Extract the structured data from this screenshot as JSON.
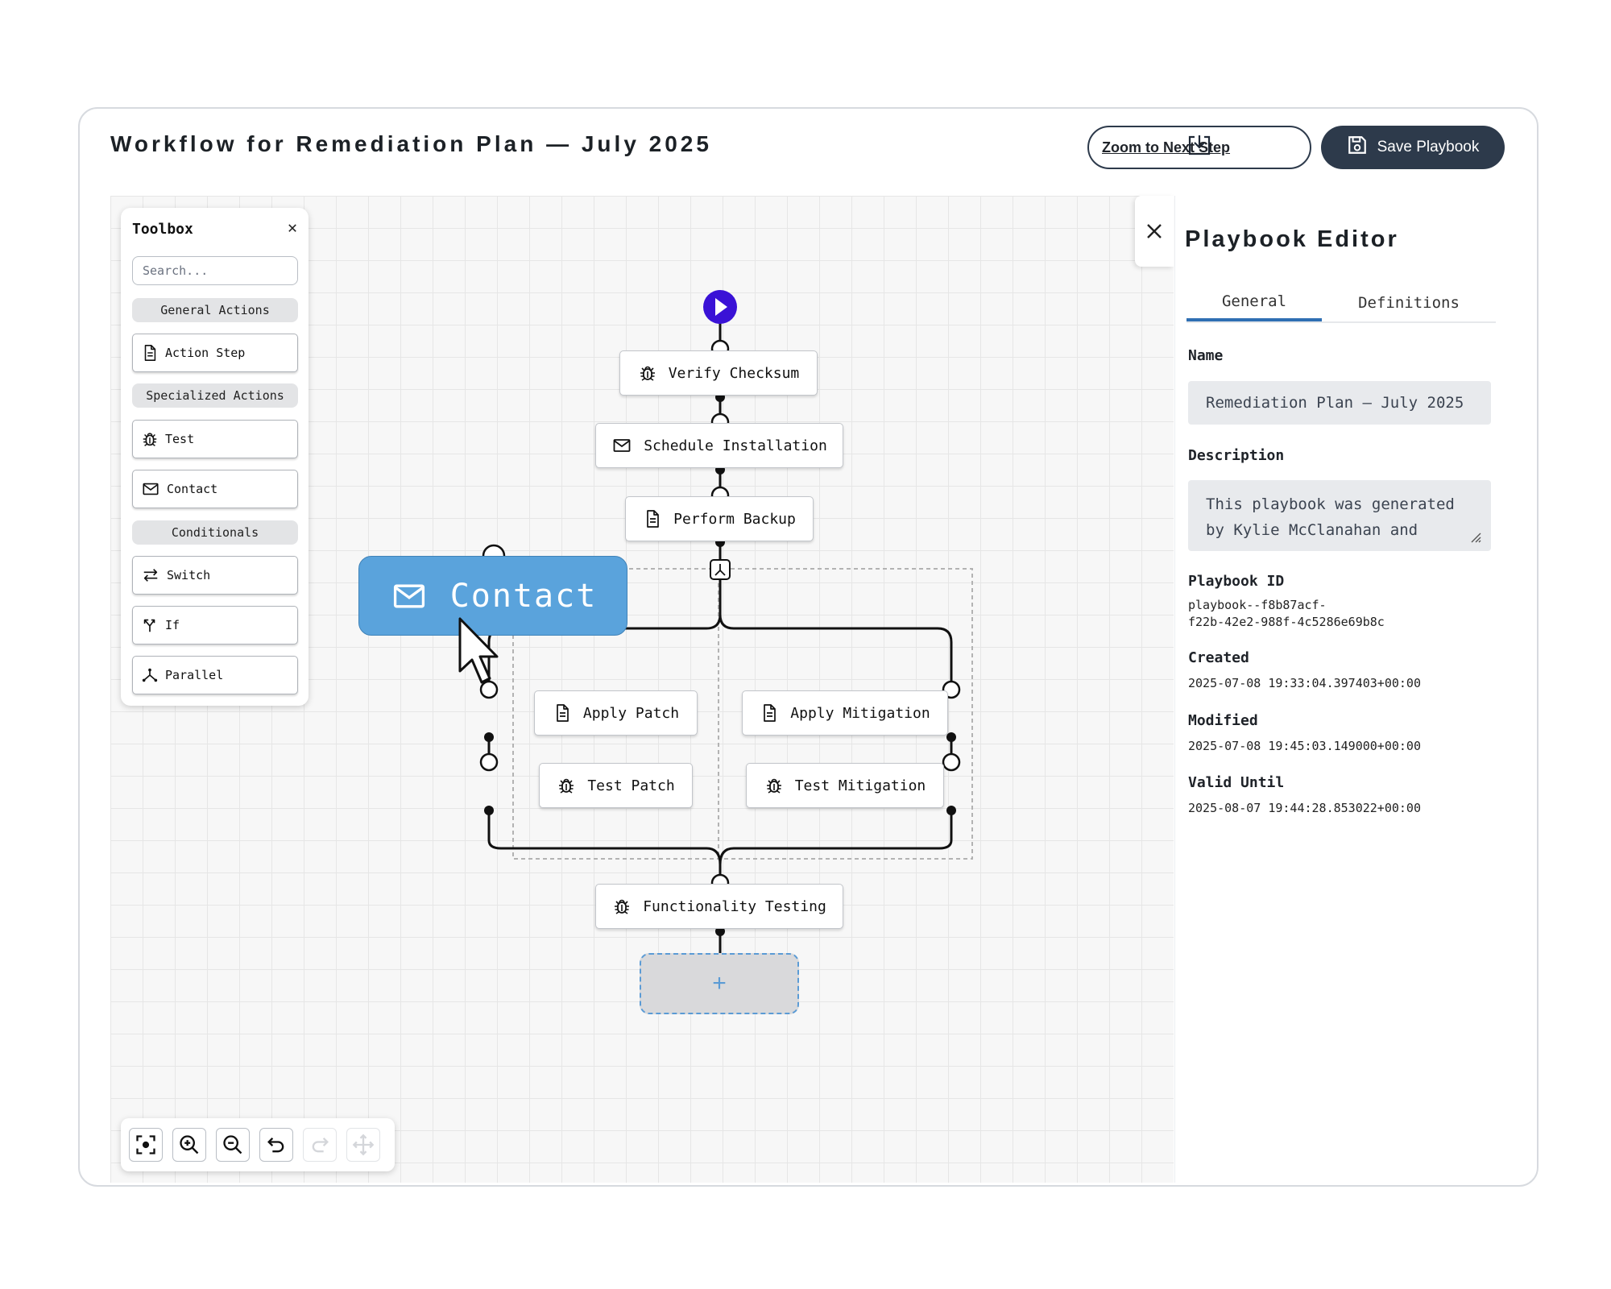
{
  "page": {
    "title": "Workflow for Remediation Plan — July 2025",
    "zoom_next_label": "Zoom to Next Step",
    "save_label": "Save Playbook"
  },
  "toolbox": {
    "title": "Toolbox",
    "search_placeholder": "Search...",
    "categories": [
      {
        "label": "General Actions",
        "items": [
          {
            "label": "Action Step",
            "icon": "document-icon"
          }
        ]
      },
      {
        "label": "Specialized Actions",
        "items": [
          {
            "label": "Test",
            "icon": "bug-icon"
          },
          {
            "label": "Contact",
            "icon": "mail-icon"
          }
        ]
      },
      {
        "label": "Conditionals",
        "items": [
          {
            "label": "Switch",
            "icon": "switch-arrows-icon"
          },
          {
            "label": "If",
            "icon": "if-branch-icon"
          },
          {
            "label": "Parallel",
            "icon": "parallel-icon"
          }
        ]
      }
    ]
  },
  "workflow": {
    "nodes": [
      {
        "id": "verify",
        "label": "Verify Checksum",
        "icon": "bug-icon"
      },
      {
        "id": "schedule",
        "label": "Schedule Installation",
        "icon": "mail-icon"
      },
      {
        "id": "backup",
        "label": "Perform Backup",
        "icon": "document-icon"
      },
      {
        "id": "apply_patch",
        "label": "Apply Patch",
        "icon": "document-icon"
      },
      {
        "id": "apply_mitigation",
        "label": "Apply Mitigation",
        "icon": "document-icon"
      },
      {
        "id": "test_patch",
        "label": "Test Patch",
        "icon": "bug-icon"
      },
      {
        "id": "test_mitigation",
        "label": "Test Mitigation",
        "icon": "bug-icon"
      },
      {
        "id": "functionality",
        "label": "Functionality Testing",
        "icon": "bug-icon"
      }
    ],
    "add_step_symbol": "+",
    "dragging": {
      "label": "Contact",
      "icon": "mail-icon"
    }
  },
  "zoombar": {
    "buttons": [
      {
        "icon": "fit-view-icon",
        "enabled": true
      },
      {
        "icon": "zoom-in-icon",
        "enabled": true
      },
      {
        "icon": "zoom-out-icon",
        "enabled": true
      },
      {
        "icon": "undo-icon",
        "enabled": true
      },
      {
        "icon": "redo-icon",
        "enabled": false
      },
      {
        "icon": "move-icon",
        "enabled": false
      }
    ]
  },
  "editor": {
    "title": "Playbook Editor",
    "tabs": [
      {
        "label": "General",
        "active": true
      },
      {
        "label": "Definitions",
        "active": false
      }
    ],
    "name_label": "Name",
    "name_value": "Remediation Plan — July 2025",
    "description_label": "Description",
    "description_value": "This playbook was generated by Kylie McClanahan and",
    "id_label": "Playbook ID",
    "id_value": "playbook--f8b87acf-\nf22b-42e2-988f-4c5286e69b8c",
    "created_label": "Created",
    "created_value": "2025-07-08 19:33:04.397403+00:00",
    "modified_label": "Modified",
    "modified_value": "2025-07-08 19:45:03.149000+00:00",
    "valid_label": "Valid Until",
    "valid_value": "2025-08-07 19:44:28.853022+00:00"
  },
  "colors": {
    "accent": "#2f6fb3",
    "start": "#3a12d6",
    "primary_button": "#2d3a4b",
    "drag_ghost": "#5aa3dc"
  }
}
